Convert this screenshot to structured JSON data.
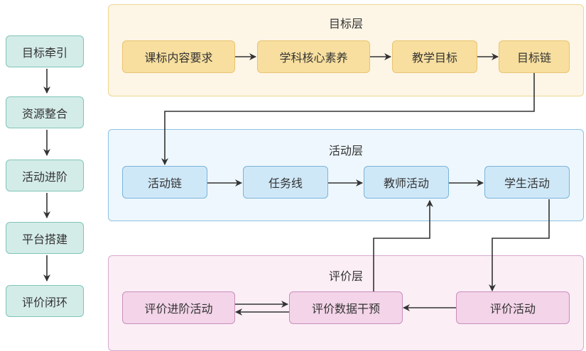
{
  "sidebar": {
    "steps": [
      {
        "label": "目标牵引"
      },
      {
        "label": "资源整合"
      },
      {
        "label": "活动进阶"
      },
      {
        "label": "平台搭建"
      },
      {
        "label": "评价闭环"
      }
    ]
  },
  "layers": {
    "goal": {
      "title": "目标层",
      "nodes": [
        {
          "label": "课标内容要求"
        },
        {
          "label": "学科核心素养"
        },
        {
          "label": "教学目标"
        },
        {
          "label": "目标链"
        }
      ]
    },
    "activity": {
      "title": "活动层",
      "nodes": [
        {
          "label": "活动链"
        },
        {
          "label": "任务线"
        },
        {
          "label": "教师活动"
        },
        {
          "label": "学生活动"
        }
      ]
    },
    "evaluation": {
      "title": "评价层",
      "nodes": [
        {
          "label": "评价进阶活动"
        },
        {
          "label": "评价数据干预"
        },
        {
          "label": "评价活动"
        }
      ]
    }
  },
  "edges": [
    {
      "from": "目标牵引",
      "to": "资源整合"
    },
    {
      "from": "资源整合",
      "to": "活动进阶"
    },
    {
      "from": "活动进阶",
      "to": "平台搭建"
    },
    {
      "from": "平台搭建",
      "to": "评价闭环"
    },
    {
      "from": "课标内容要求",
      "to": "学科核心素养"
    },
    {
      "from": "学科核心素养",
      "to": "教学目标"
    },
    {
      "from": "教学目标",
      "to": "目标链"
    },
    {
      "from": "目标链",
      "to": "活动链"
    },
    {
      "from": "活动链",
      "to": "任务线"
    },
    {
      "from": "任务线",
      "to": "教师活动"
    },
    {
      "from": "教师活动",
      "to": "学生活动"
    },
    {
      "from": "学生活动",
      "to": "评价活动"
    },
    {
      "from": "评价活动",
      "to": "评价数据干预"
    },
    {
      "from": "评价数据干预",
      "to": "教师活动"
    },
    {
      "from": "评价进阶活动",
      "to": "评价数据干预"
    },
    {
      "from": "评价数据干预",
      "to": "评价进阶活动"
    }
  ],
  "colors": {
    "sidebar_fill": "#d4ece8",
    "goal_layer_fill": "#fdf5e6",
    "goal_node_fill": "#f8df9f",
    "activity_layer_fill": "#eef7fd",
    "activity_node_fill": "#cfe8f8",
    "evaluation_layer_fill": "#fbeef5",
    "evaluation_node_fill": "#f3d4e8",
    "edge": "#333333"
  }
}
